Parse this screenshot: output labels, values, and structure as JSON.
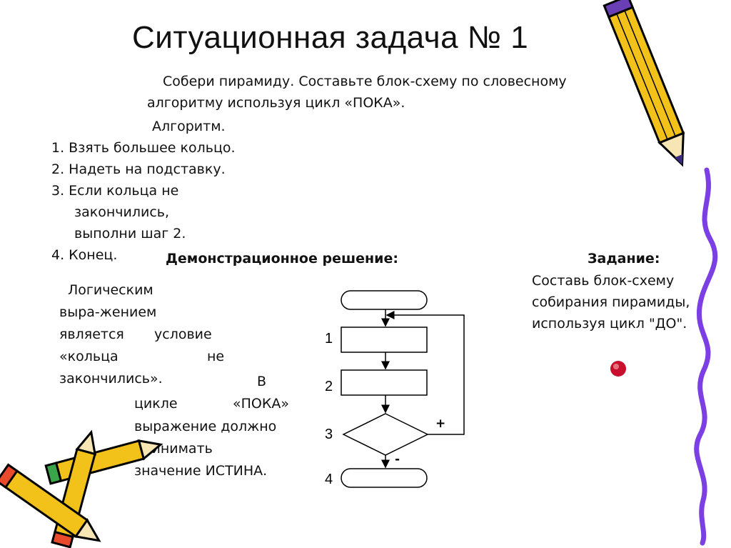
{
  "title": "Ситуационная задача № 1",
  "intro": {
    "line1": "Собери пирамиду. Составьте блок-схему по словесному",
    "line2": "алгоритму используя цикл «ПОКА».",
    "label": "Алгоритм."
  },
  "algorithm": {
    "step1": "1. Взять большее кольцо.",
    "step2": "2. Надеть на подставку.",
    "step3_a": "3. Если кольца не",
    "step3_b": "закончились,",
    "step3_c": "выполни шаг 2.",
    "step4": "4. Конец."
  },
  "demo_heading": "Демонстрационное решение:",
  "explanation": {
    "l1": "Логическим",
    "l2": "выра-жением",
    "l3a": "является",
    "l3b": "условие",
    "l4a": "«кольца",
    "l4b": "не",
    "l5": "закончились».",
    "l6": "В",
    "l7a": "цикле",
    "l7b": "«ПОКА»",
    "l8": "выражение должно",
    "l9": "принимать",
    "l10": "значение ИСТИНА."
  },
  "flowchart": {
    "n1": "1",
    "n2": "2",
    "n3": "3",
    "n4": "4",
    "yes": "+",
    "no": "-"
  },
  "task": {
    "heading": "Задание:",
    "l1": "Составь блок-схему",
    "l2": "собирания пирамиды,",
    "l3": "используя цикл \"ДО\"."
  },
  "colors": {
    "pencil_body": "#f2c21a",
    "pencil_outline": "#000000",
    "pencil_tip": "#6a3fb5",
    "ribbon": "#7b3fe4",
    "bullet": "#c8102e"
  }
}
